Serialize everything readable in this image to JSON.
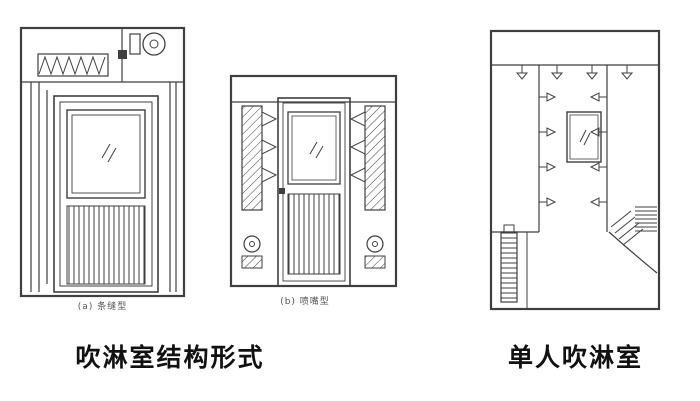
{
  "figure": {
    "left_group": {
      "caption": "吹淋室结构形式",
      "sublabel_a": "(a) 条缝型",
      "sublabel_b": "(b) 喷嘴型"
    },
    "right_group": {
      "caption": "单人吹淋室"
    },
    "colors": {
      "line": "#3f3f3f",
      "text": "#111111",
      "background": "#ffffff"
    }
  }
}
